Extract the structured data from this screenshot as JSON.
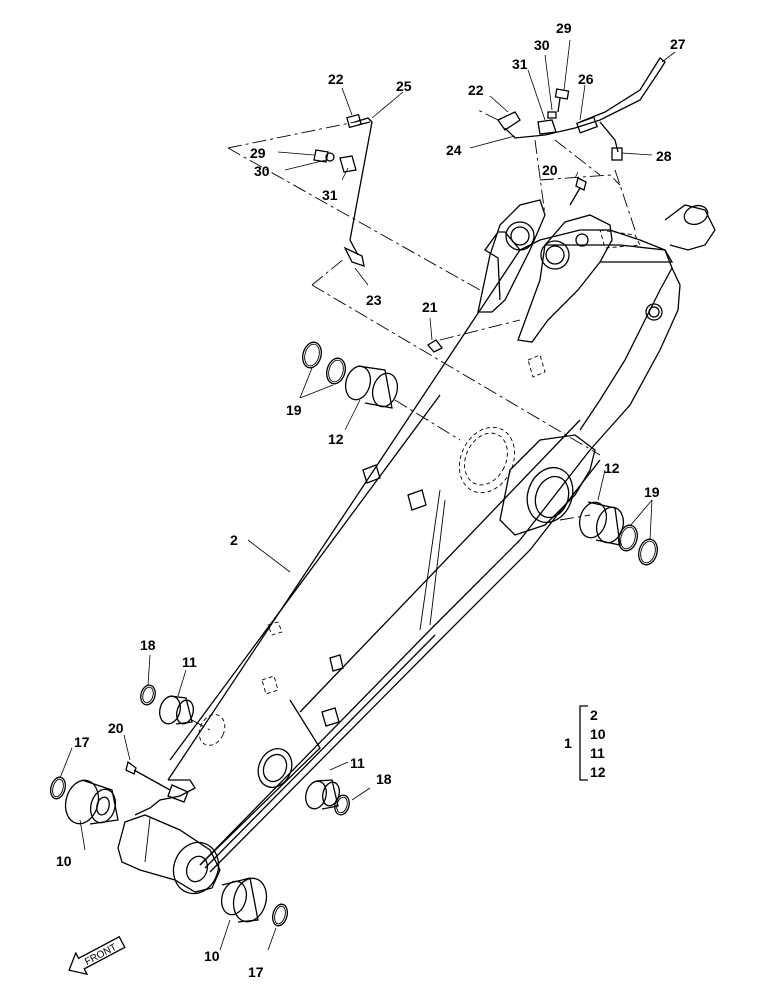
{
  "callouts": {
    "c2": "2",
    "c10a": "10",
    "c10b": "10",
    "c11a": "11",
    "c11b": "11",
    "c12a": "12",
    "c12b": "12",
    "c17a": "17",
    "c17b": "17",
    "c18a": "18",
    "c18b": "18",
    "c19a": "19",
    "c19b": "19",
    "c20a": "20",
    "c20b": "20",
    "c21": "21",
    "c22a": "22",
    "c22b": "22",
    "c23": "23",
    "c24": "24",
    "c25": "25",
    "c26": "26",
    "c27": "27",
    "c28": "28",
    "c29a": "29",
    "c29b": "29",
    "c30a": "30",
    "c30b": "30",
    "c31a": "31",
    "c31b": "31"
  },
  "kit": {
    "assembly": "1",
    "components": [
      "2",
      "10",
      "11",
      "12"
    ]
  },
  "front_label": "FRONT"
}
